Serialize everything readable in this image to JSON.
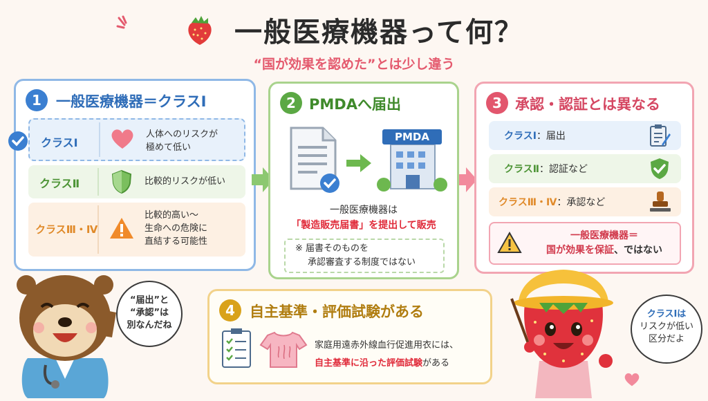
{
  "title": "一般医療機器って何？",
  "subtitle": "“国が効果を認めた”とは少し違う",
  "panel1": {
    "number": "1",
    "title": "一般医療機器＝クラスⅠ",
    "rows": [
      {
        "label": "クラスⅠ",
        "text_line1": "人体へのリスクが",
        "text_line2": "極めて低い",
        "icon": "heart-icon"
      },
      {
        "label": "クラスⅡ",
        "text_line1": "比較的リスクが低い",
        "icon": "shield-icon"
      },
      {
        "label": "クラスⅢ・Ⅳ",
        "text_line1": "比較的高い～",
        "text_line2": "生命への危険に",
        "text_line3": "直結する可能性",
        "icon": "warning-icon"
      }
    ]
  },
  "panel2": {
    "number": "2",
    "title": "PMDAへ届出",
    "building_label": "PMDA",
    "line1": "一般医療機器は",
    "line2": "「製造販売届書」を提出して販売",
    "note_line1": "※ 届書そのものを",
    "note_line2": "承認審査する制度ではない"
  },
  "panel3": {
    "number": "3",
    "title": "承認・認証とは異なる",
    "rows": [
      {
        "label": "クラスⅠ",
        "text": "：届出",
        "icon": "clipboard-icon"
      },
      {
        "label": "クラスⅡ",
        "text": "：認証など",
        "icon": "shield-check-icon"
      },
      {
        "label": "クラスⅢ・Ⅳ",
        "text": "：承認など",
        "icon": "stamp-icon"
      }
    ],
    "note_line1": "一般医療機器＝",
    "note_line2_a": "国が効果を保証",
    "note_line2_b": "、ではない"
  },
  "panel4": {
    "number": "4",
    "title": "自主基準・評価試験がある",
    "line1": "家庭用遠赤外線血行促進用衣には、",
    "line2_a": "自主基準に沿った評価試験",
    "line2_b": "がある"
  },
  "otter_speech": {
    "line1": "“届出”と",
    "line2": "“承認”は",
    "line3": "別なんだね"
  },
  "strawberry_speech": {
    "line1": "クラスⅠは",
    "line2": "リスクが低い",
    "line3": "区分だよ"
  },
  "colors": {
    "blue": "#3b7fd1",
    "green": "#5ba844",
    "pink": "#e2566d",
    "orange": "#e08a2a",
    "red": "#e02b3a",
    "yellow": "#d9a21b"
  }
}
